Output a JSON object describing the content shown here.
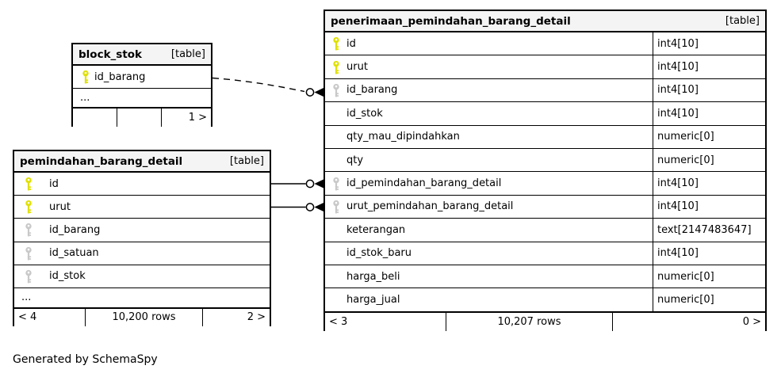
{
  "page": {
    "footer_note": "Generated by SchemaSpy"
  },
  "colors": {
    "header_bg": "#f4f4f4",
    "border": "#000000",
    "primary_key": "#e0e000",
    "foreign_key": "#c9c9c9"
  },
  "icons": {
    "primary_key": "key-icon-yellow",
    "foreign_key": "key-icon-gray",
    "fk_end": "circle-arrow-connector"
  },
  "tables": [
    {
      "name": "block_stok",
      "tag": "[table]",
      "columns": [
        {
          "key": "yellow",
          "name": "id_barang",
          "type": ""
        }
      ],
      "ellipsis": "...",
      "footer": {
        "left": "",
        "center": "",
        "right": "1 >"
      }
    },
    {
      "name": "pemindahan_barang_detail",
      "tag": "[table]",
      "columns": [
        {
          "key": "yellow",
          "name": "id",
          "type": ""
        },
        {
          "key": "yellow",
          "name": "urut",
          "type": ""
        },
        {
          "key": "gray",
          "name": "id_barang",
          "type": ""
        },
        {
          "key": "gray",
          "name": "id_satuan",
          "type": ""
        },
        {
          "key": "gray",
          "name": "id_stok",
          "type": ""
        }
      ],
      "ellipsis": "...",
      "footer": {
        "left": "< 4",
        "center": "10,200 rows",
        "right": "2 >"
      }
    },
    {
      "name": "penerimaan_pemindahan_barang_detail",
      "tag": "[table]",
      "columns": [
        {
          "key": "yellow",
          "name": "id",
          "type": "int4[10]"
        },
        {
          "key": "yellow",
          "name": "urut",
          "type": "int4[10]"
        },
        {
          "key": "gray",
          "name": "id_barang",
          "type": "int4[10]"
        },
        {
          "key": "none",
          "name": "id_stok",
          "type": "int4[10]"
        },
        {
          "key": "none",
          "name": "qty_mau_dipindahkan",
          "type": "numeric[0]"
        },
        {
          "key": "none",
          "name": "qty",
          "type": "numeric[0]"
        },
        {
          "key": "gray",
          "name": "id_pemindahan_barang_detail",
          "type": "int4[10]"
        },
        {
          "key": "gray",
          "name": "urut_pemindahan_barang_detail",
          "type": "int4[10]"
        },
        {
          "key": "none",
          "name": "keterangan",
          "type": "text[2147483647]"
        },
        {
          "key": "none",
          "name": "id_stok_baru",
          "type": "int4[10]"
        },
        {
          "key": "none",
          "name": "harga_beli",
          "type": "numeric[0]"
        },
        {
          "key": "none",
          "name": "harga_jual",
          "type": "numeric[0]"
        }
      ],
      "ellipsis": "",
      "footer": {
        "left": "< 3",
        "center": "10,207 rows",
        "right": "0 >"
      }
    }
  ],
  "relationships": [
    {
      "from": "block_stok.id_barang",
      "to": "penerimaan_pemindahan_barang_detail.id_barang",
      "style": "dashed"
    },
    {
      "from": "pemindahan_barang_detail.id",
      "to": "penerimaan_pemindahan_barang_detail.id_pemindahan_barang_detail",
      "style": "solid"
    },
    {
      "from": "pemindahan_barang_detail.urut",
      "to": "penerimaan_pemindahan_barang_detail.urut_pemindahan_barang_detail",
      "style": "solid"
    }
  ]
}
